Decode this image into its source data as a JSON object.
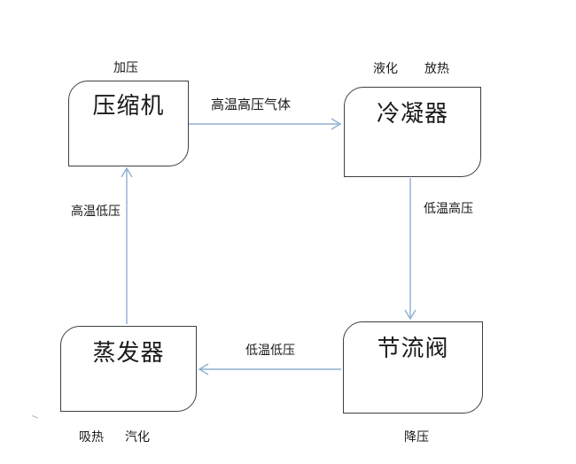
{
  "diagram": {
    "type": "flowchart",
    "subject": "refrigeration-cycle",
    "nodes": [
      {
        "id": "compressor",
        "label": "压缩机"
      },
      {
        "id": "condenser",
        "label": "冷凝器"
      },
      {
        "id": "evaporator",
        "label": "蒸发器"
      },
      {
        "id": "throttle-valve",
        "label": "节流阀"
      }
    ],
    "edges": [
      {
        "from": "compressor",
        "to": "condenser",
        "label": "高温高压气体",
        "direction": "right"
      },
      {
        "from": "condenser",
        "to": "throttle-valve",
        "label": "低温高压",
        "direction": "down"
      },
      {
        "from": "throttle-valve",
        "to": "evaporator",
        "label": "低温低压",
        "direction": "left"
      },
      {
        "from": "evaporator",
        "to": "compressor",
        "label": "高温低压",
        "direction": "up"
      }
    ],
    "annotations": {
      "above_compressor": "加压",
      "above_condenser_left": "液化",
      "above_condenser_right": "放热",
      "below_evaporator_left": "吸热",
      "below_evaporator_right": "汽化",
      "below_throttle": "降压"
    },
    "colors": {
      "arrow": "#8fafd1",
      "box_border": "#3f3f3f",
      "text": "#1a1a1a",
      "background": "#ffffff"
    }
  }
}
